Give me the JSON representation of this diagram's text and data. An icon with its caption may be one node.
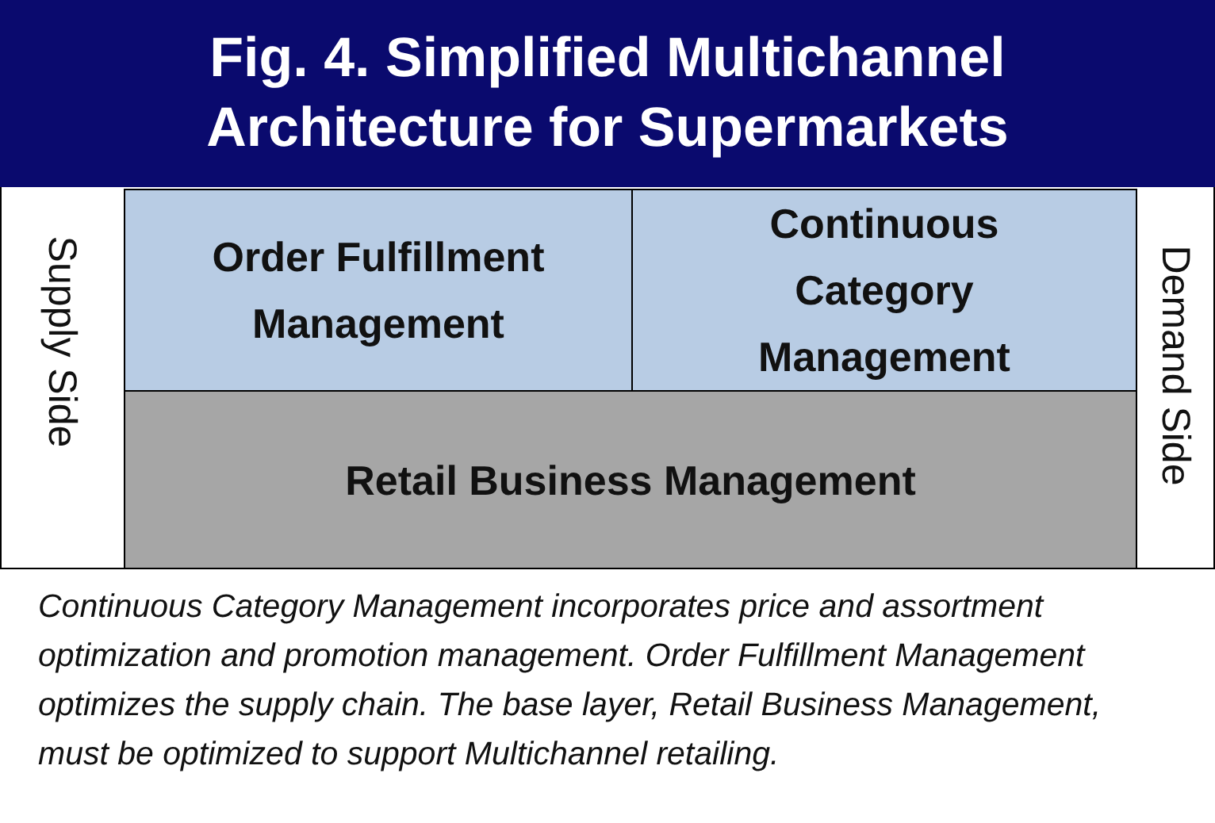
{
  "diagram": {
    "title": "Fig. 4. Simplified Multichannel Architecture for Supermarkets",
    "caption": "Continuous Category Management incorporates price and assortment optimization and promotion management. Order Fulfillment Management optimizes the supply chain. The base layer, Retail Business Management, must be optimized to support Multichannel retailing.",
    "nodes": [
      {
        "text": [
          "Order Fulfillment Management"
        ]
      },
      {
        "text": [
          "Continuous Category Management"
        ]
      },
      {
        "text": [
          "Retail Business Management"
        ]
      }
    ],
    "labels": [
      "Supply Side",
      "Demand Side"
    ]
  }
}
